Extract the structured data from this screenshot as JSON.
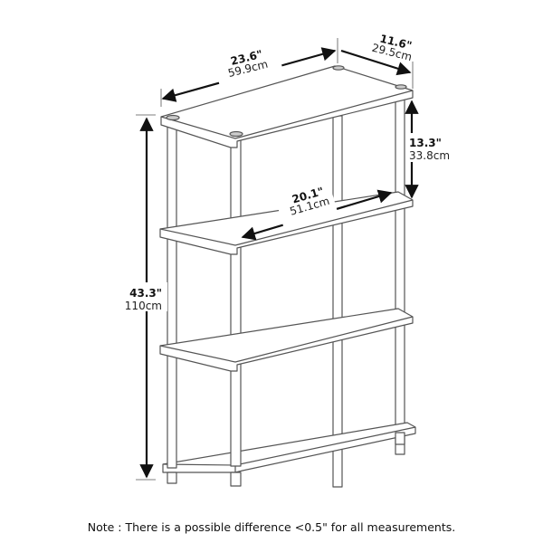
{
  "product": {
    "type": "4-tier open shelf bookcase",
    "line_color": "#555555",
    "fill_color": "#ffffff",
    "accent_color": "#111111"
  },
  "dimensions": {
    "width": {
      "inches": "23.6\"",
      "cm": "59.9cm"
    },
    "depth": {
      "inches": "11.6\"",
      "cm": "29.5cm"
    },
    "shelf_spacing": {
      "inches": "13.3\"",
      "cm": "33.8cm"
    },
    "inner_width": {
      "inches": "20.1\"",
      "cm": "51.1cm"
    },
    "height": {
      "inches": "43.3\"",
      "cm": "110cm"
    }
  },
  "note": "Note : There is a possible difference <0.5\" for all measurements."
}
